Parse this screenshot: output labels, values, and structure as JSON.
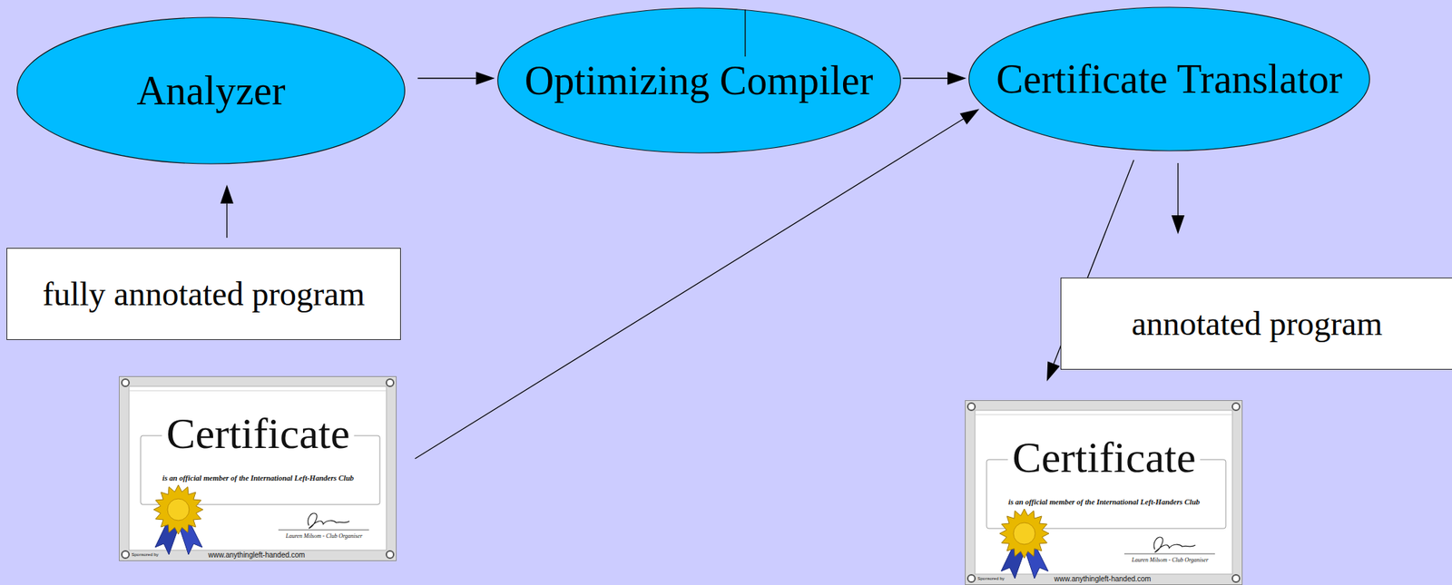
{
  "diagram": {
    "nodes": [
      {
        "text": [
          "Analyzer"
        ]
      },
      {
        "text": [
          "Optimizing Compiler"
        ]
      },
      {
        "text": [
          "Certificate Translator"
        ]
      },
      {
        "text": [
          "fully annotated program"
        ]
      },
      {
        "text": [
          "annotated program"
        ]
      },
      {
        "text": [
          "Certificate",
          "is an official member of the International Left-Handers Club",
          "Lauren Milsom - Club Organiser",
          "www.anythingleft-handed.com",
          "Sponsored by"
        ]
      },
      {
        "text": [
          "Certificate",
          "is an official member of the International Left-Handers Club",
          "Lauren Milsom - Club Organiser",
          "www.anythingleft-handed.com",
          "Sponsored by"
        ]
      }
    ],
    "edges": [
      {
        "from": 3,
        "to": 0,
        "arrow": "to"
      },
      {
        "from": 0,
        "to": 1,
        "arrow": "to"
      },
      {
        "from": 1,
        "to": 2,
        "arrow": "to"
      },
      {
        "from": 5,
        "to": 2,
        "arrow": "to"
      },
      {
        "from": 2,
        "to": 4,
        "arrow": "to"
      },
      {
        "from": 2,
        "to": 6,
        "arrow": "to"
      }
    ]
  }
}
